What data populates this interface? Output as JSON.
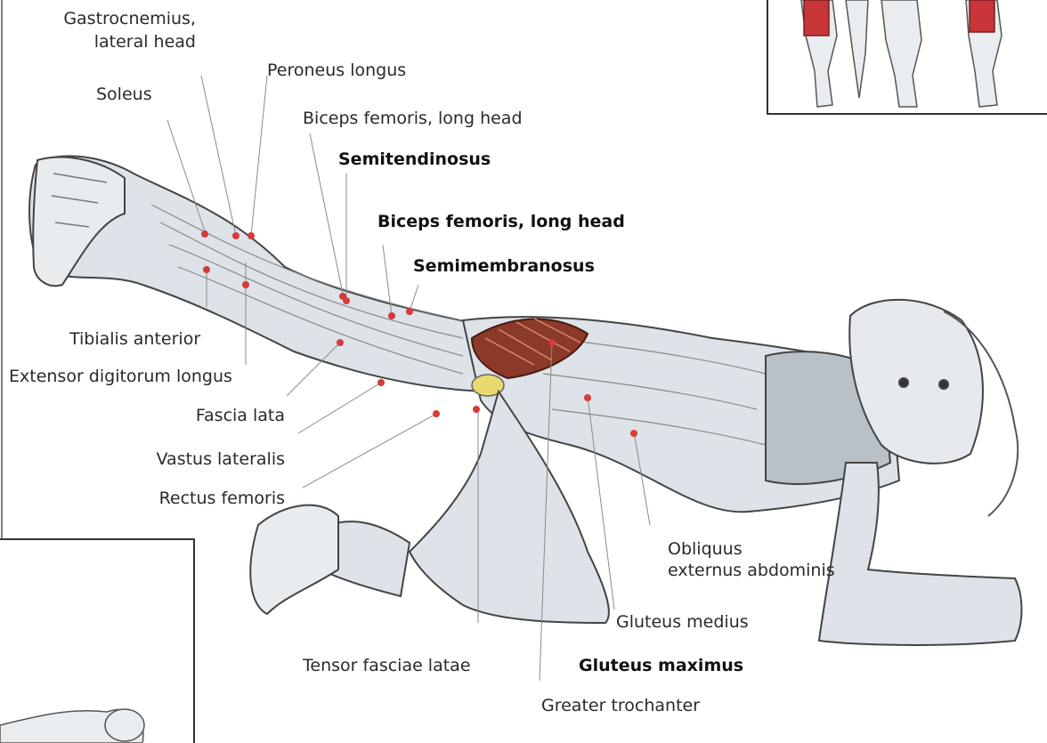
{
  "labels": {
    "gastrocnemius": "Gastrocnemius,",
    "gastrocnemius_2": "lateral head",
    "peroneus_longus": "Peroneus longus",
    "soleus": "Soleus",
    "biceps_femoris_top": "Biceps femoris, long head",
    "semitendinosus": "Semitendinosus",
    "biceps_femoris_bold": "Biceps femoris, long head",
    "semimembranosus": "Semimembranosus",
    "tibialis_anterior": "Tibialis anterior",
    "extensor_digitorum": "Extensor digitorum longus",
    "fascia_lata": "Fascia lata",
    "vastus_lateralis": "Vastus lateralis",
    "rectus_femoris": "Rectus femoris",
    "obliquus_1": "Obliquus",
    "obliquus_2": "externus abdominis",
    "gluteus_medius": "Gluteus medius",
    "tensor_fasciae_latae": "Tensor fasciae latae",
    "gluteus_maximus": "Gluteus maximus",
    "greater_trochanter": "Greater trochanter"
  },
  "colors": {
    "label_text": "#2a2a2a",
    "leader_line": "#8a8a8a",
    "muscle_marker": "#d63a3a",
    "highlight_muscle": "#8b3a2a",
    "skin": "#dde3e8",
    "outline": "#444444"
  }
}
